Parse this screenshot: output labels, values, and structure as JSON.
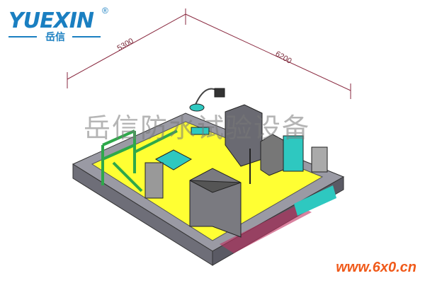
{
  "logo": {
    "brand_en": "YUEXIN",
    "registered": "®",
    "brand_cn": "岳信"
  },
  "dimensions": {
    "width_label": "5300",
    "length_label": "6200"
  },
  "watermark": "岳信防水试验设备",
  "website": "www.6x0.cn",
  "colors": {
    "brand": "#1a7fc1",
    "floor": "#ffff33",
    "platform": "#8a8a94",
    "frame": "#2ea84a",
    "site": "#f05a1a"
  }
}
